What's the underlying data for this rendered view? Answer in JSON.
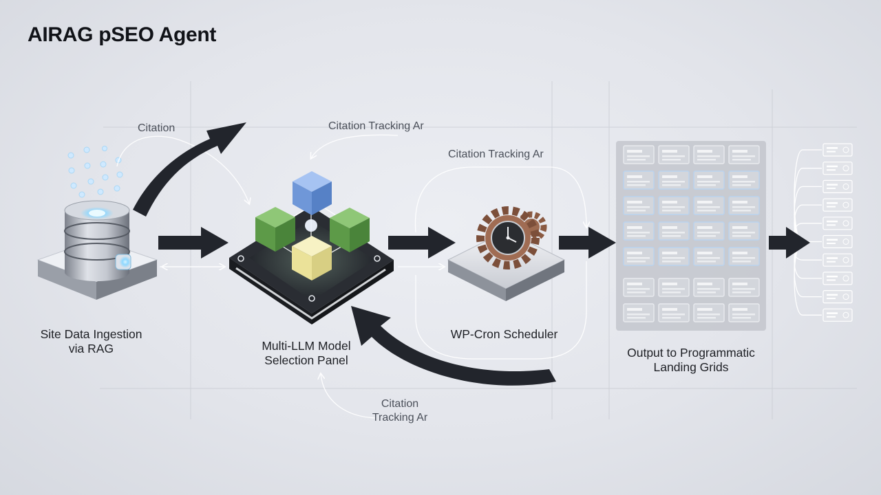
{
  "title": "AIRAG pSEO Agent",
  "nodes": {
    "ingestion": {
      "line1": "Site Data Ingestion",
      "line2": "via RAG",
      "icon": "database-icon"
    },
    "llm": {
      "line1": "Multi-LLM Model",
      "line2": "Selection Panel",
      "icon": "model-cubes-icon"
    },
    "scheduler": {
      "label": "WP-Cron Scheduler",
      "icon": "gear-clock-icon"
    },
    "output": {
      "line1": "Output to Programmatic",
      "line2": "Landing Grids",
      "icon": "landing-grid-icon"
    }
  },
  "annotations": {
    "citation": "Citation",
    "tracking_top": "Citation Tracking Ar",
    "tracking_mid": "Citation Tracking Ar",
    "tracking_bottom_line1": "Citation",
    "tracking_bottom_line2": "Tracking Ar"
  },
  "colors": {
    "arrow": "#22252c",
    "cube_blue": "#7fa7e6",
    "cube_green": "#67a852",
    "cube_yellow": "#efe69c",
    "gear": "#8a5a42",
    "glow": "#8fd8ff"
  }
}
